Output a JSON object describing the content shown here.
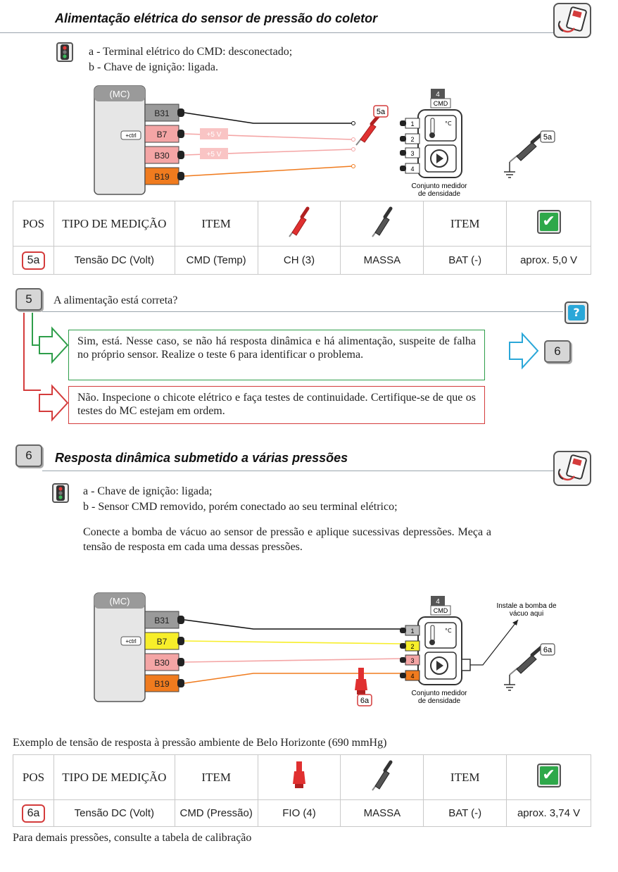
{
  "section_a": {
    "title": "Alimentação elétrica do sensor de pressão do coletor",
    "conditions": [
      "a - Terminal elétrico do CMD: desconectado;",
      "b - Chave de ignição: ligada."
    ]
  },
  "diagram1": {
    "mc_label": "(MC)",
    "ctrl_label": "+ctrl",
    "pins": [
      "B31",
      "B7",
      "B30",
      "B19"
    ],
    "pin_colors": [
      "#9a9a9a",
      "#f4a5a5",
      "#f4a5a5",
      "#f07b1e"
    ],
    "voltage_tags": [
      "+5 V",
      "+5 V"
    ],
    "probe_label_red": "5a",
    "probe_label_black": "5a",
    "cmd_number": "4",
    "cmd_tag": "CMD",
    "cmd_pins": [
      "1",
      "2",
      "3",
      "4"
    ],
    "cmd_caption_1": "Conjunto medidor",
    "cmd_caption_2": "de densidade"
  },
  "table1": {
    "headers": [
      "POS",
      "TIPO DE MEDIÇÃO",
      "ITEM",
      "",
      "",
      "ITEM",
      ""
    ],
    "row": [
      "5a",
      "Tensão DC (Volt)",
      "CMD (Temp)",
      "CH (3)",
      "MASSA",
      "BAT (-)",
      "aprox. 5,0 V"
    ]
  },
  "step5": {
    "number": "5",
    "question": "A alimentação está correta?",
    "help_symbol": "?",
    "yes_text": "Sim, está. Nesse caso, se não há resposta dinâmica e há alimentação, suspeite de falha no próprio sensor. Realize o teste 6 para identificar o problema.",
    "no_text": "Não. Inspecione o chicote elétrico e faça testes de continuidade. Certifique-se de que os testes do MC estejam em ordem.",
    "goto": "6",
    "color_yes": "#2e9e4a",
    "color_no": "#d43c3c",
    "color_goto": "#2aa7d8"
  },
  "section_b": {
    "number": "6",
    "title": "Resposta dinâmica submetido a várias pressões",
    "conditions": [
      "a - Chave de ignição: ligada;",
      "b - Sensor CMD removido, porém conectado ao seu terminal elétrico;"
    ],
    "instruction": "Conecte a bomba de vácuo ao sensor de pressão e aplique sucessivas depressões. Meça a tensão de resposta em cada uma dessas pressões."
  },
  "diagram2": {
    "mc_label": "(MC)",
    "ctrl_label": "+ctrl",
    "pins": [
      "B31",
      "B7",
      "B30",
      "B19"
    ],
    "pin_colors": [
      "#9a9a9a",
      "#f7ee2a",
      "#f4a5a5",
      "#f07b1e"
    ],
    "cmd_number": "4",
    "cmd_tag": "CMD",
    "cmd_pins": [
      "1",
      "2",
      "3",
      "4"
    ],
    "cmd_caption_1": "Conjunto medidor",
    "cmd_caption_2": "de densidade",
    "pump_note_1": "Instale a bomba de",
    "pump_note_2": "vácuo aqui",
    "probe_label_red": "6a",
    "probe_label_black": "6a"
  },
  "example_text": "Exemplo de tensão de resposta à pressão ambiente de Belo Horizonte (690 mmHg)",
  "table2": {
    "headers": [
      "POS",
      "TIPO DE MEDIÇÃO",
      "ITEM",
      "",
      "",
      "ITEM",
      ""
    ],
    "row": [
      "6a",
      "Tensão DC (Volt)",
      "CMD (Pressão)",
      "FIO (4)",
      "MASSA",
      "BAT (-)",
      "aprox. 3,74 V"
    ]
  },
  "footer_text": "Para demais pressões, consulte a tabela de calibração"
}
